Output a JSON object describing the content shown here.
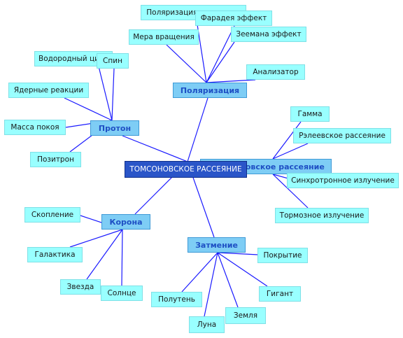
{
  "center": {
    "label": "ТОМСОНОВСКОЕ РАССЕЯНИЕ"
  },
  "hubs": {
    "polarization": "Поляризация",
    "scattering": "Комптоновское рассеяние",
    "proton": "Протон",
    "corona": "Корона",
    "eclipse": "Затмение"
  },
  "leaves": {
    "polarization": [
      "Поляризация излучения",
      "Фарадея эффект",
      "Мера вращения",
      "Зеемана эффект",
      "Анализатор"
    ],
    "scattering": [
      "Гамма",
      "Рэлеевское рассеяние",
      "Синхротронное излучение",
      "Тормозное излучение"
    ],
    "proton": [
      "Водородный цикл",
      "Спин",
      "Ядерные реакции",
      "Масса покоя",
      "Позитрон"
    ],
    "corona": [
      "Скопление",
      "Галактика",
      "Звезда",
      "Солнце"
    ],
    "eclipse": [
      "Покрытие",
      "Гигант",
      "Полутень",
      "Луна",
      "Земля"
    ]
  }
}
